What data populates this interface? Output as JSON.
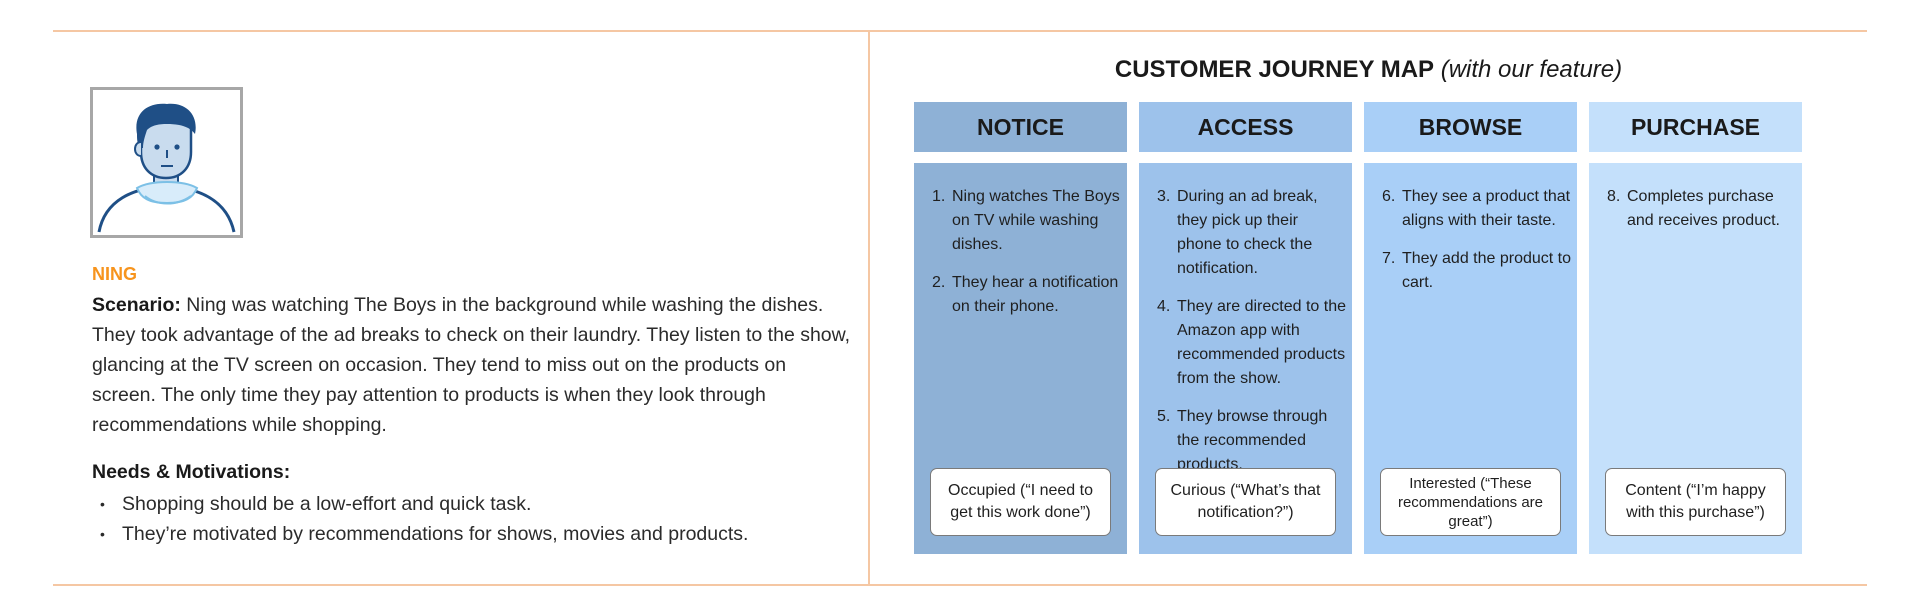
{
  "persona": {
    "name": "NING",
    "scenario_label": "Scenario:",
    "scenario_text": " Ning was watching The Boys in the background while washing the dishes. They took advantage of the ad breaks to check on their laundry. They listen to the show, glancing at the TV screen on occasion. They tend to miss out on the products on screen. The only time they pay attention to products is when they look through recommendations while shopping.",
    "needs_title": "Needs & Motivations:",
    "needs": [
      "Shopping should be a low-effort and quick task.",
      "They’re motivated by recommendations for shows, movies and products."
    ]
  },
  "map": {
    "title_strong": "CUSTOMER JOURNEY MAP",
    "title_em": "(with our feature)",
    "stages": [
      {
        "name": "NOTICE",
        "steps": [
          {
            "num": "1.",
            "text": "Ning watches The Boys on TV while washing dishes."
          },
          {
            "num": "2.",
            "text": "They hear a notification on their phone."
          }
        ],
        "emotion": "Occupied (“I need to get this work done”)"
      },
      {
        "name": "ACCESS",
        "steps": [
          {
            "num": "3.",
            "text": "During an ad break, they pick up their phone to check the notification."
          },
          {
            "num": "4.",
            "text": "They are directed to the Amazon app with recommended products from the show."
          },
          {
            "num": "5.",
            "text": "They browse through the recommended products."
          }
        ],
        "emotion": "Curious (“What’s that notification?”)"
      },
      {
        "name": "BROWSE",
        "steps": [
          {
            "num": "6.",
            "text": "They see a product that aligns with their taste."
          },
          {
            "num": "7.",
            "text": "They add the product to cart."
          }
        ],
        "emotion": "Interested (“These recommendations are great”)"
      },
      {
        "name": "PURCHASE",
        "steps": [
          {
            "num": "8.",
            "text": "Completes purchase and receives product."
          }
        ],
        "emotion": "Content (“I’m happy with this purchase”)"
      }
    ]
  },
  "colors": {
    "accent_orange": "#f7941d",
    "divider": "#f5c7a3",
    "stage1": "#8eb1d6",
    "stage2": "#9dc2eb",
    "stage3": "#a9cff7",
    "stage4": "#c4e0fb"
  }
}
